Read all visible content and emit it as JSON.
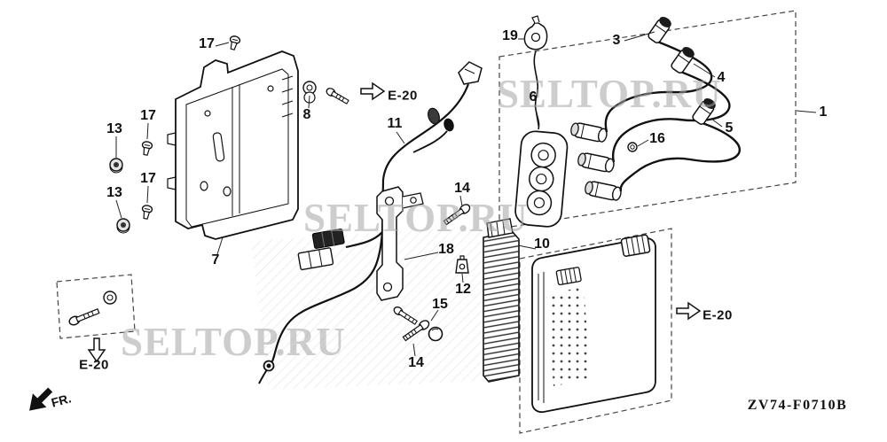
{
  "diagram": {
    "code": "ZV74-F0710B",
    "fr_label": "FR.",
    "watermark": "SELTOP.RU",
    "colors": {
      "line": "#111111",
      "watermark": "#a6a6a6",
      "paper": "#ffffff"
    },
    "e20_refs": [
      {
        "label": "E-20"
      },
      {
        "label": "E-20"
      },
      {
        "label": "E-20"
      }
    ],
    "callouts": [
      {
        "label": "17"
      },
      {
        "label": "19"
      },
      {
        "label": "3"
      },
      {
        "label": "4"
      },
      {
        "label": "1"
      },
      {
        "label": "5"
      },
      {
        "label": "16"
      },
      {
        "label": "6"
      },
      {
        "label": "8"
      },
      {
        "label": "11"
      },
      {
        "label": "13"
      },
      {
        "label": "17"
      },
      {
        "label": "13"
      },
      {
        "label": "17"
      },
      {
        "label": "7"
      },
      {
        "label": "14"
      },
      {
        "label": "18"
      },
      {
        "label": "12"
      },
      {
        "label": "10"
      },
      {
        "label": "15"
      },
      {
        "label": "14"
      }
    ]
  }
}
